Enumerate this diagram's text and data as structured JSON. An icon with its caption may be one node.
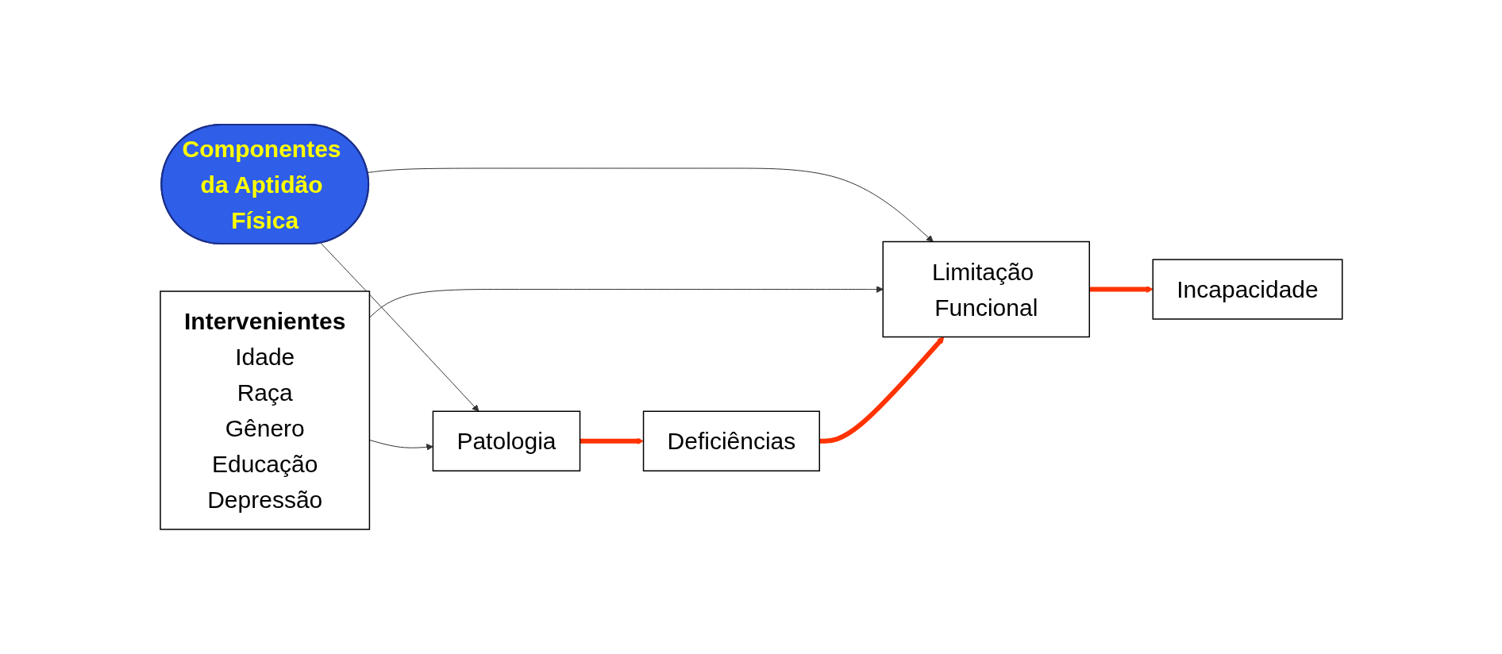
{
  "diagram": {
    "nodes": [
      {
        "text": [
          "Componentes da Aptidão Física"
        ]
      },
      {
        "text": [
          "Intervenientes",
          "Idade",
          "Raça",
          "Gênero",
          "Educação",
          "Depressão"
        ]
      },
      {
        "text": [
          "Patologia"
        ]
      },
      {
        "text": [
          "Deficiências"
        ]
      },
      {
        "text": [
          "Limitação Funcional"
        ]
      },
      {
        "text": [
          "Incapacidade"
        ]
      }
    ],
    "edges": [
      {
        "from": 0,
        "to": 2,
        "arrow": "to"
      },
      {
        "from": 0,
        "to": 4,
        "arrow": "to"
      },
      {
        "from": 1,
        "to": 2,
        "arrow": "to"
      },
      {
        "from": 1,
        "to": 4,
        "arrow": "to"
      },
      {
        "from": 2,
        "to": 3,
        "arrow": "to",
        "style": "thick",
        "color": "#ff3300"
      },
      {
        "from": 3,
        "to": 4,
        "arrow": "to",
        "style": "thick",
        "color": "#ff3300"
      },
      {
        "from": 4,
        "to": 5,
        "arrow": "to",
        "style": "thick",
        "color": "#ff3300"
      }
    ]
  }
}
